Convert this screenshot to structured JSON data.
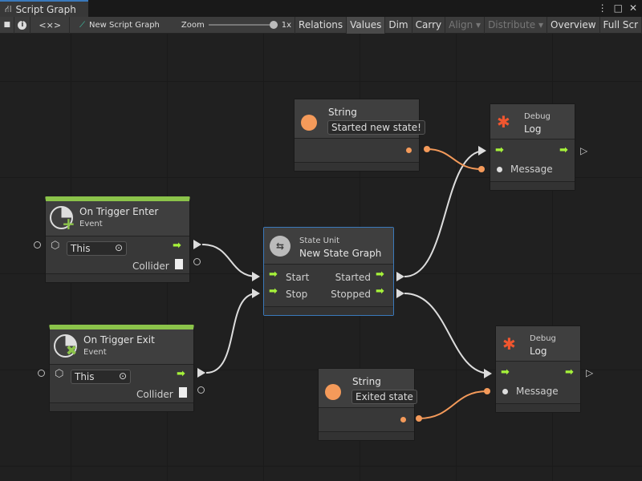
{
  "window": {
    "tab_title": "Script Graph",
    "controls": [
      "⋮",
      "□",
      "✕"
    ]
  },
  "toolbar": {
    "lock": "🔒",
    "info": "i",
    "code": "<×>",
    "graph_name": "New Script Graph",
    "zoom_label": "Zoom",
    "zoom_value": "1x",
    "zoom_level": 1.0,
    "buttons": [
      {
        "label": "Relations"
      },
      {
        "label": "Values",
        "active": true
      },
      {
        "label": "Dim"
      },
      {
        "label": "Carry"
      },
      {
        "label": "Align ▾",
        "disabled": true
      },
      {
        "label": "Distribute ▾",
        "disabled": true
      },
      {
        "label": "Overview"
      },
      {
        "label": "Full Scr"
      }
    ]
  },
  "colors": {
    "flow": "#a6f23a",
    "string": "#f49a5a",
    "event": "#8bc34a",
    "selection": "#3a79bb",
    "debug": "#f0562f"
  },
  "nodes": {
    "string1": {
      "title": "String",
      "value": "Started new state!"
    },
    "string2": {
      "title": "String",
      "value": "Exited state"
    },
    "debug1": {
      "subtitle": "Debug",
      "title": "Log",
      "port": "Message"
    },
    "debug2": {
      "subtitle": "Debug",
      "title": "Log",
      "port": "Message"
    },
    "enter": {
      "title": "On Trigger Enter",
      "subtitle": "Event",
      "target": "This",
      "port": "Collider"
    },
    "exit": {
      "title": "On Trigger Exit",
      "subtitle": "Event",
      "target": "This",
      "port": "Collider"
    },
    "state": {
      "subtitle": "State Unit",
      "title": "New  State  Graph",
      "in1": "Start",
      "in2": "Stop",
      "out1": "Started",
      "out2": "Stopped"
    }
  }
}
